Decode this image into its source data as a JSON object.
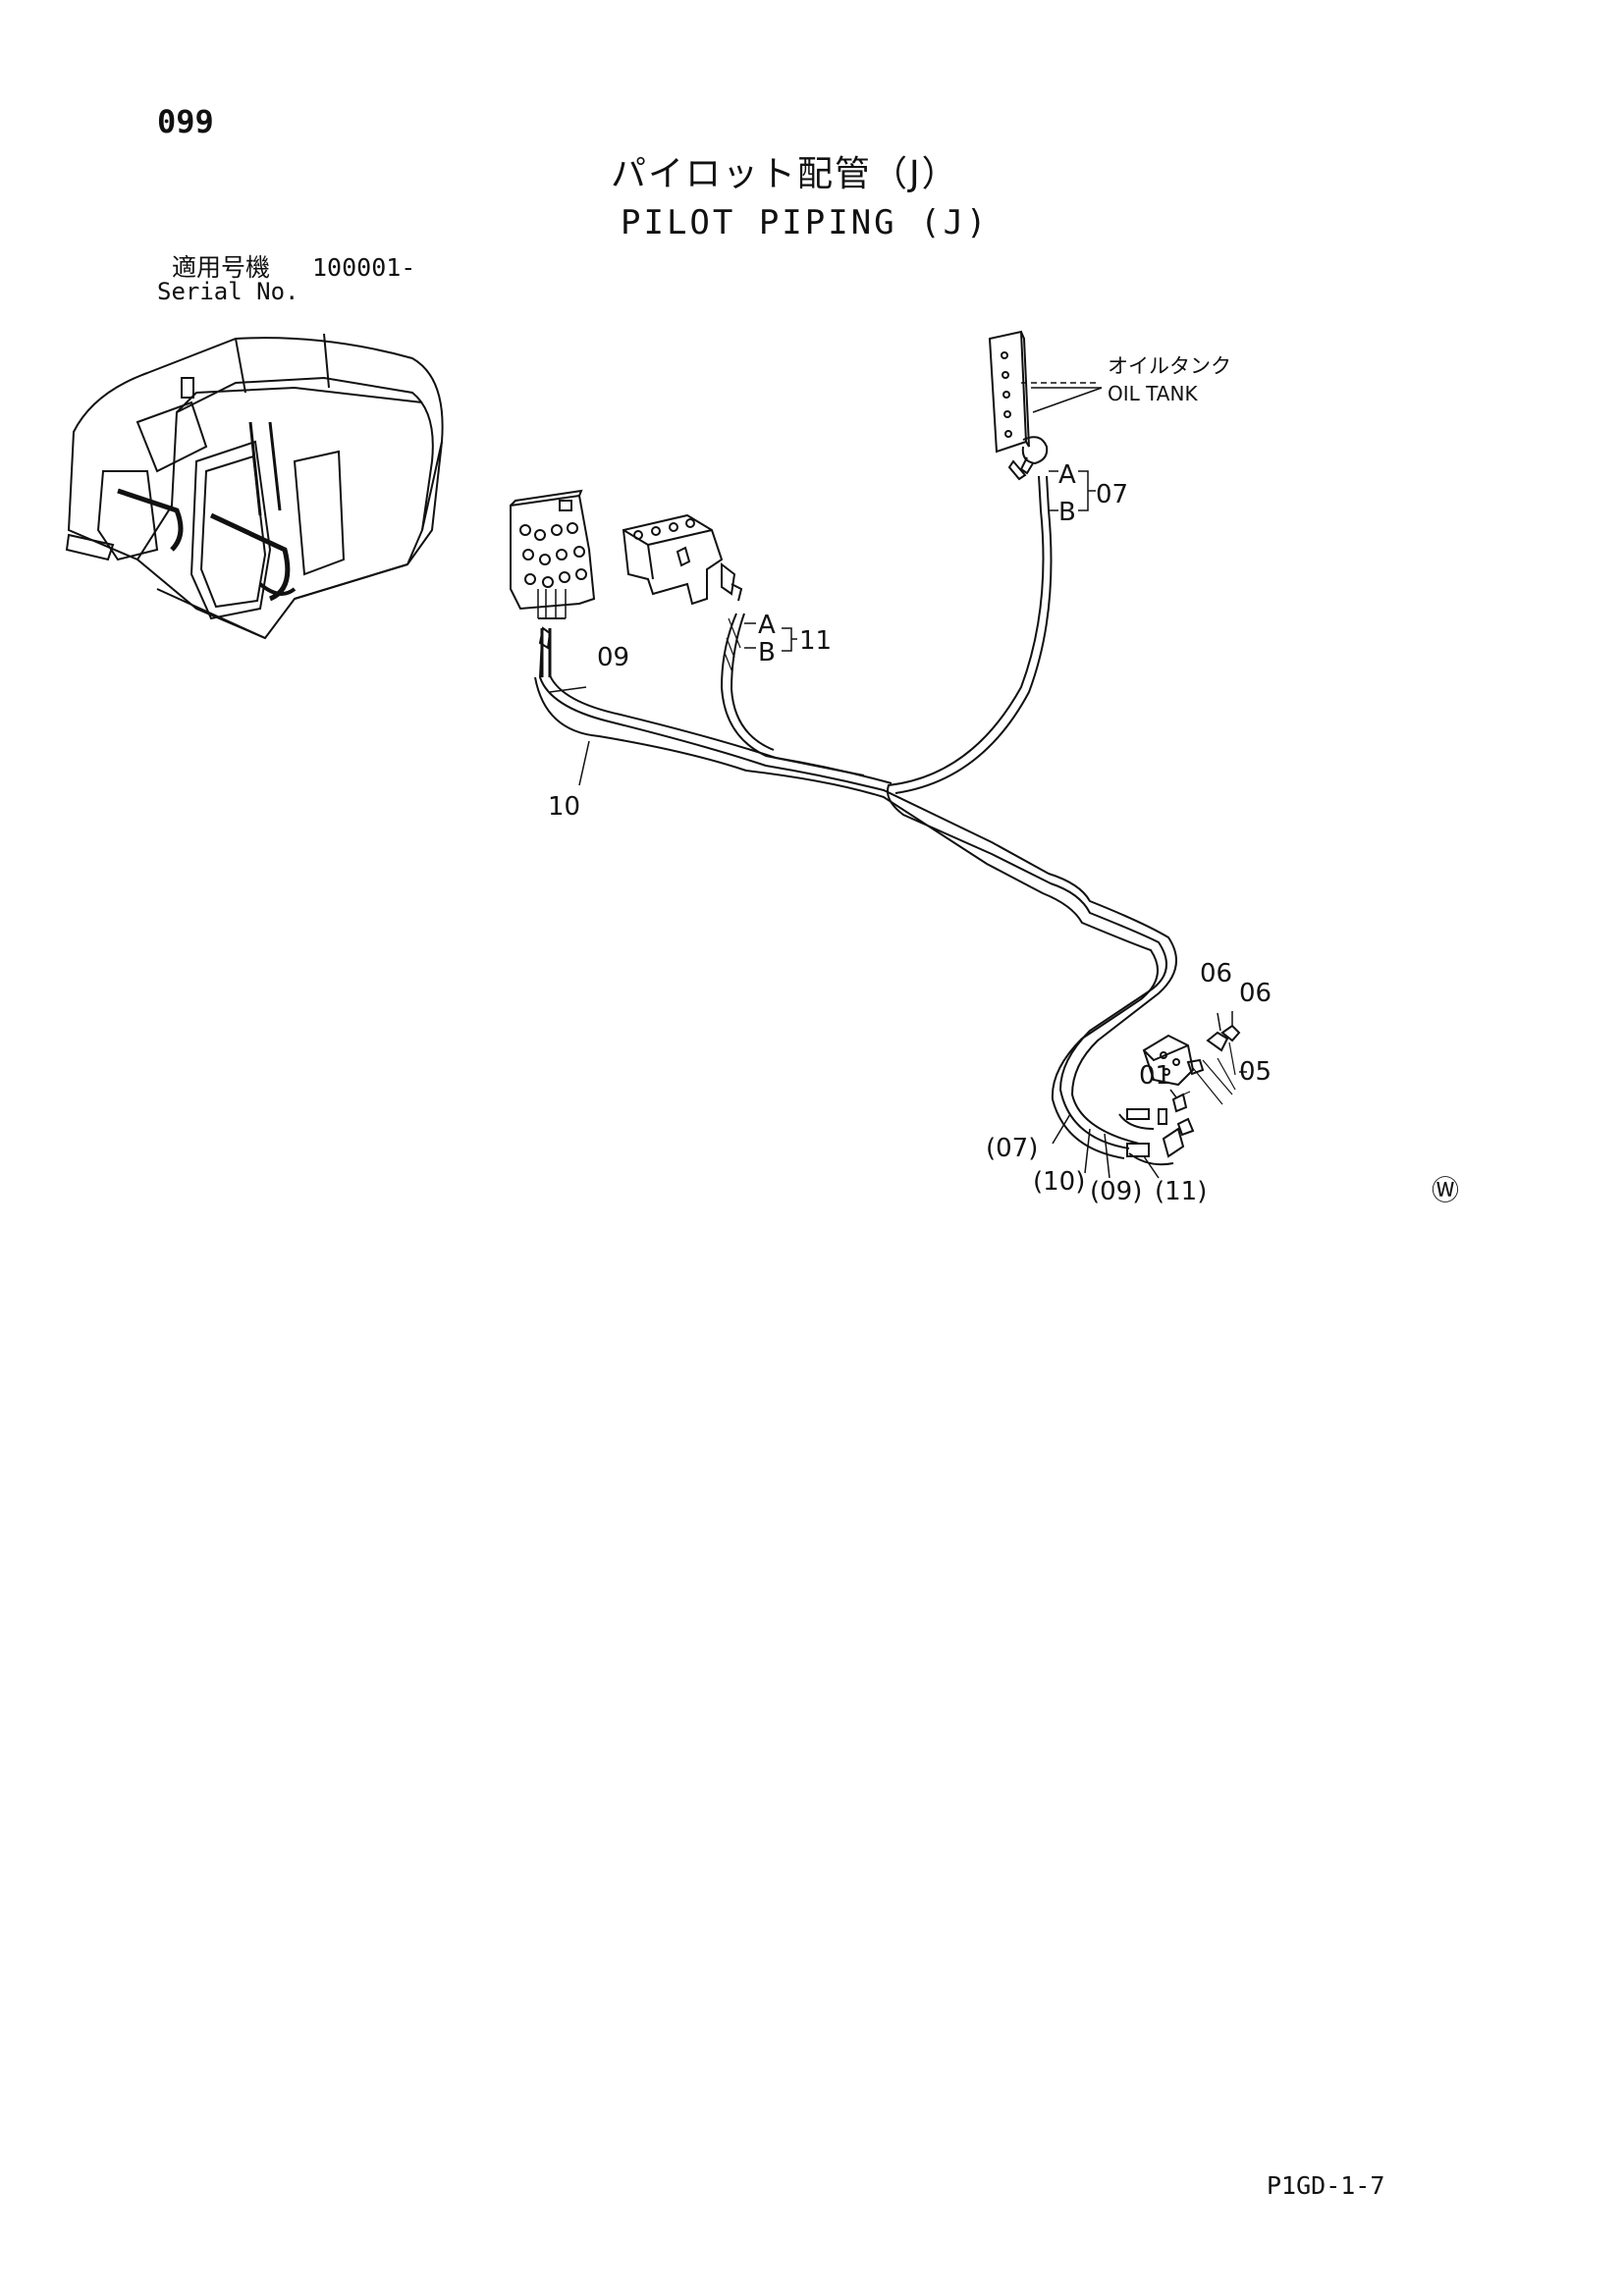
{
  "page": {
    "page_number": "099",
    "title_jp": "パイロット配管（J）",
    "title_en": "PILOT PIPING (J)",
    "serial_label_jp": "適用号機",
    "serial_label_en": "Serial No.",
    "serial_value": "100001-",
    "footer_code": "P1GD-1-7",
    "watermark_symbol": "Ⓦ"
  },
  "labels": {
    "oil_tank_jp": "オイルタンク",
    "oil_tank_en": "OIL TANK",
    "a_07": "A",
    "b_07": "B",
    "part_07": "07",
    "a_11": "A",
    "b_11": "B",
    "part_11": "11",
    "part_09": "09",
    "part_10": "10",
    "part_06a": "06",
    "part_06b": "06",
    "part_05": "05",
    "part_01": "01",
    "ref_07": "(07)",
    "ref_10": "(10)",
    "ref_09": "(09)",
    "ref_11": "(11)"
  }
}
